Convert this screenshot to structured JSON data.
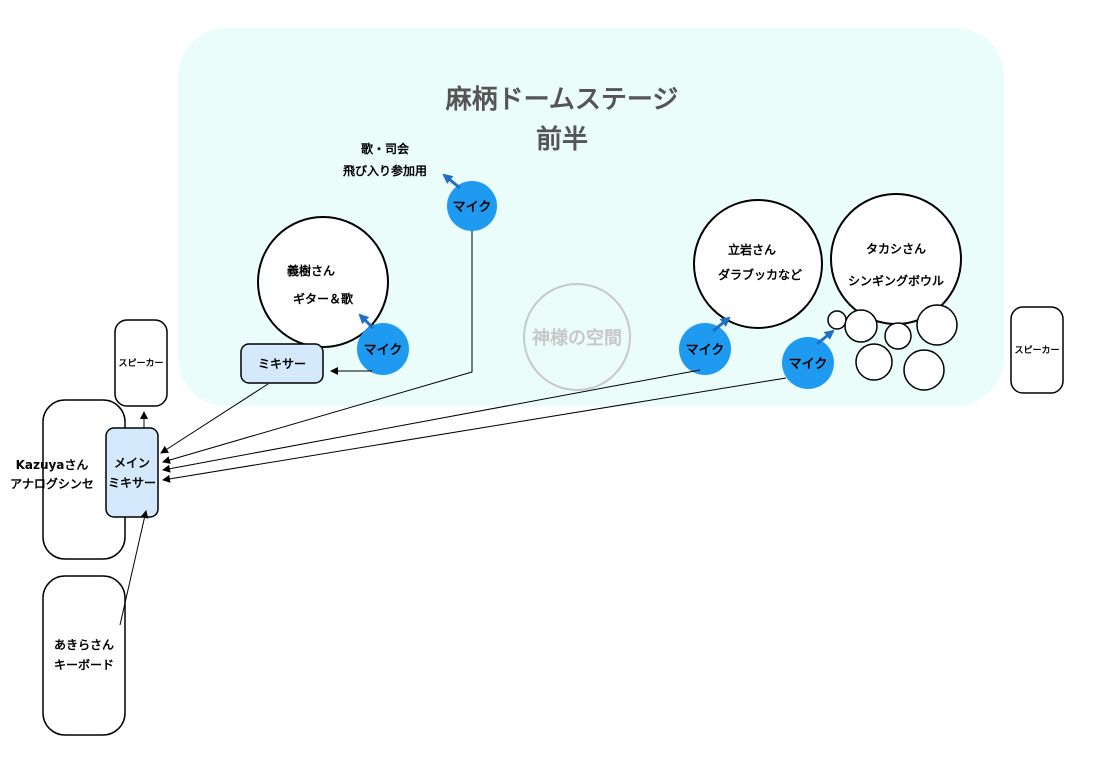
{
  "stage": {
    "title_line1": "麻柄ドームステージ",
    "title_line2": "前半",
    "fill_color": "#eafdfa"
  },
  "colors": {
    "mic": "#1e9bf0",
    "mixer": "#d4eafc",
    "arrow_blue": "#1f6fc4"
  },
  "mic_label": "マイク",
  "vocal": {
    "line1": "歌・司会",
    "line2": "飛び入り参加用"
  },
  "yoshiki": {
    "line1": "義樹さん",
    "line2": "ギター＆歌"
  },
  "sub_mixer": "ミキサー",
  "god_space": "神様の空間",
  "tateiwa": {
    "line1": "立岩さん",
    "line2": "ダラブッカなど"
  },
  "takashi": {
    "line1": "タカシさん",
    "line2": "シンギングボウル"
  },
  "speaker_left": "スピーカー",
  "speaker_right": "スピーカー",
  "main_mixer": {
    "line1": "メイン",
    "line2": "ミキサー"
  },
  "kazuya": {
    "line1": "Kazuyaさん",
    "line2": "アナログシンセ"
  },
  "akira": {
    "line1": "あきらさん",
    "line2": "キーボード"
  }
}
